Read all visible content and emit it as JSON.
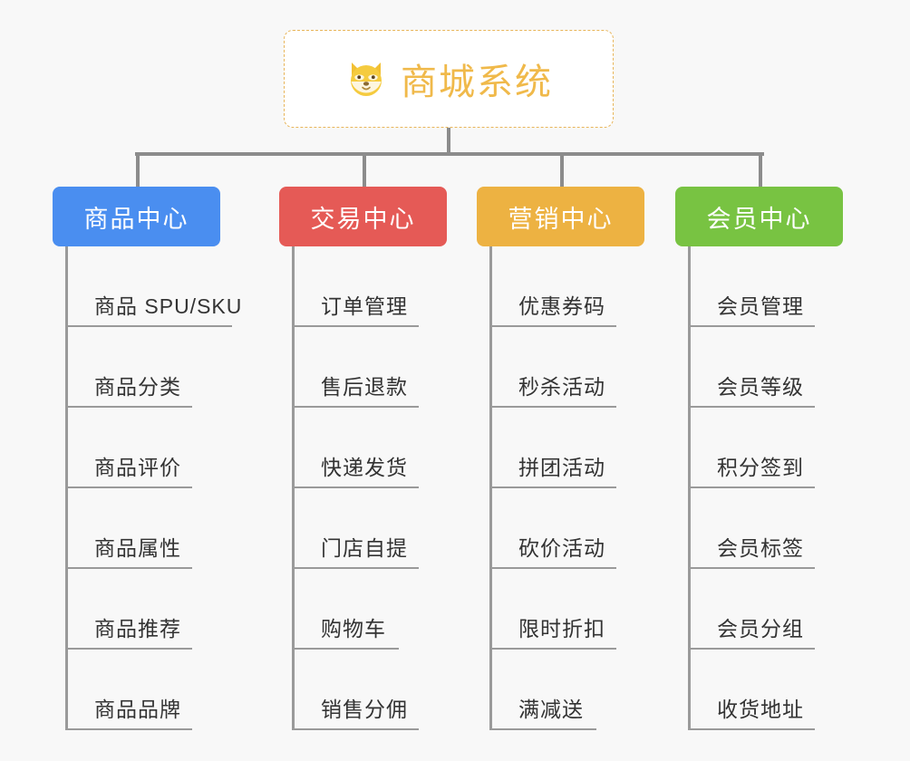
{
  "diagram": {
    "title": "商城系统",
    "background_color": "#f8f8f8",
    "root": {
      "label": "商城系统",
      "icon": "shiba-inu-dog-face-icon",
      "text_color": "#f0b94a",
      "border_color": "#e8b55a",
      "background_color": "#ffffff"
    },
    "connector_color": "#8c8c8c",
    "branches": [
      {
        "label": "商品中心",
        "color": "#4a8ef0",
        "items": [
          "商品 SPU/SKU",
          "商品分类",
          "商品评价",
          "商品属性",
          "商品推荐",
          "商品品牌"
        ]
      },
      {
        "label": "交易中心",
        "color": "#e55a56",
        "items": [
          "订单管理",
          "售后退款",
          "快递发货",
          "门店自提",
          "购物车",
          "销售分佣"
        ]
      },
      {
        "label": "营销中心",
        "color": "#edb242",
        "items": [
          "优惠券码",
          "秒杀活动",
          "拼团活动",
          "砍价活动",
          "限时折扣",
          "满减送"
        ]
      },
      {
        "label": "会员中心",
        "color": "#78c342",
        "items": [
          "会员管理",
          "会员等级",
          "积分签到",
          "会员标签",
          "会员分组",
          "收货地址"
        ]
      }
    ]
  }
}
